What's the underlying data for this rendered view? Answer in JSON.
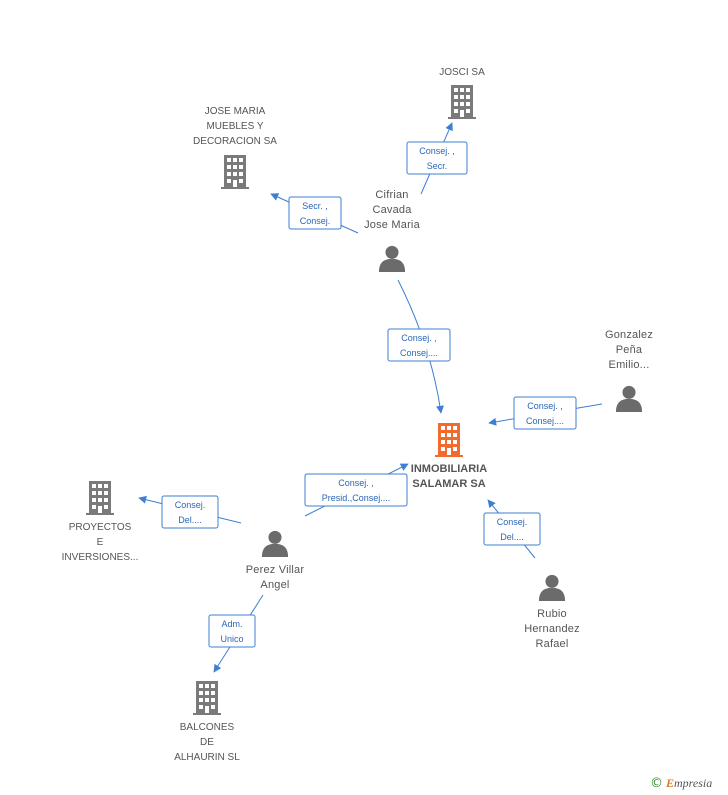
{
  "colors": {
    "edge": "#3d7fd1",
    "edge_text": "#2a66b8",
    "company": "#7a7a7a",
    "main_company": "#f26a2e",
    "person": "#6b6b6b"
  },
  "nodes": [
    {
      "id": "main",
      "type": "company",
      "main": true,
      "label": [
        "INMOBILIARIA",
        "SALAMAR SA"
      ]
    },
    {
      "id": "josci",
      "type": "company",
      "label": [
        "JOSCI SA"
      ]
    },
    {
      "id": "jose_maria",
      "type": "company",
      "label": [
        "JOSE MARIA",
        "MUEBLES Y",
        "DECORACION SA"
      ]
    },
    {
      "id": "proyectos",
      "type": "company",
      "label": [
        "PROYECTOS",
        "E",
        "INVERSIONES..."
      ]
    },
    {
      "id": "balcones",
      "type": "company",
      "label": [
        "BALCONES",
        "DE",
        "ALHAURIN SL"
      ]
    },
    {
      "id": "cifrian",
      "type": "person",
      "label": [
        "Cifrian",
        "Cavada",
        "Jose Maria"
      ]
    },
    {
      "id": "gonzalez",
      "type": "person",
      "label": [
        "Gonzalez",
        "Peña",
        "Emilio..."
      ]
    },
    {
      "id": "perez",
      "type": "person",
      "label": [
        "Perez Villar",
        "Angel"
      ]
    },
    {
      "id": "rubio",
      "type": "person",
      "label": [
        "Rubio",
        "Hernandez",
        "Rafael"
      ]
    }
  ],
  "edges": [
    {
      "id": "cifrian_josci",
      "label": [
        "Consej. ,",
        "Secr."
      ]
    },
    {
      "id": "cifrian_jose_maria",
      "label": [
        "Secr. ,",
        "Consej."
      ]
    },
    {
      "id": "cifrian_main",
      "label": [
        "Consej. ,",
        "Consej...."
      ]
    },
    {
      "id": "gonzalez_main",
      "label": [
        "Consej. ,",
        "Consej...."
      ]
    },
    {
      "id": "perez_main",
      "label": [
        "Consej. ,",
        "Presid.,Consej...."
      ]
    },
    {
      "id": "perez_proyectos",
      "label": [
        "Consej.",
        "Del...."
      ]
    },
    {
      "id": "perez_balcones",
      "label": [
        "Adm.",
        "Unico"
      ]
    },
    {
      "id": "rubio_main",
      "label": [
        "Consej.",
        "Del...."
      ]
    }
  ],
  "brand": {
    "copyright": "©",
    "initial": "E",
    "rest": "mpresia"
  }
}
